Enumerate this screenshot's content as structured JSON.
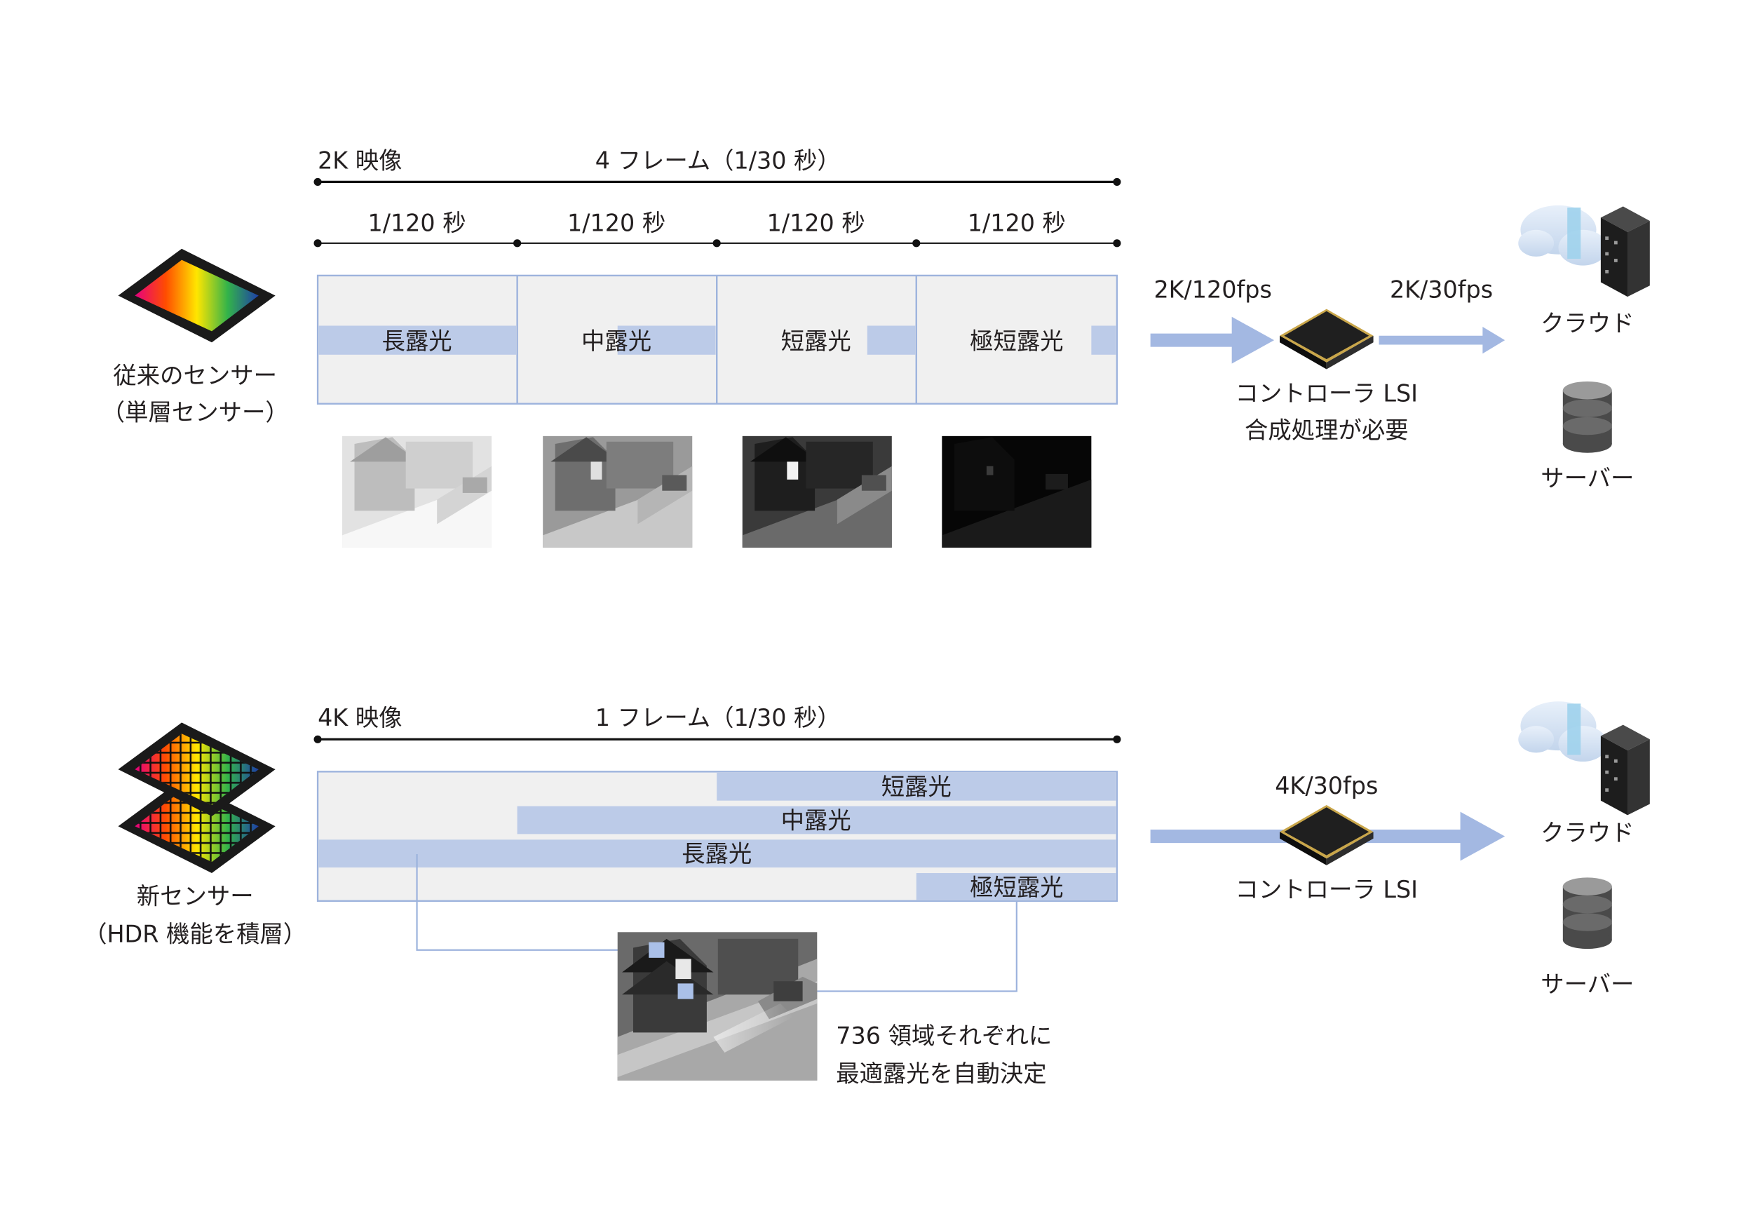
{
  "top": {
    "video_label": "2K 映像",
    "frames_label": "4 フレーム（1/30 秒）",
    "interval_labels": [
      "1/120 秒",
      "1/120 秒",
      "1/120 秒",
      "1/120 秒"
    ],
    "exposures": [
      "長露光",
      "中露光",
      "短露光",
      "極短露光"
    ],
    "sensor_caption": [
      "従来のセンサー",
      "（単層センサー）"
    ],
    "output_rate": "2K/120fps",
    "lsi_caption": [
      "コントローラ LSI",
      "合成処理が必要"
    ],
    "cloud_rate": "2K/30fps",
    "cloud_label": "クラウド",
    "server_label": "サーバー"
  },
  "bottom": {
    "video_label": "4K 映像",
    "frames_label": "1 フレーム（1/30 秒）",
    "exposures": [
      "短露光",
      "中露光",
      "長露光",
      "極短露光"
    ],
    "sensor_caption": [
      "新センサー",
      "（HDR 機能を積層）"
    ],
    "output_rate": "4K/30fps",
    "lsi_caption": [
      "コントローラ LSI"
    ],
    "region_caption": [
      "736 領域それぞれに",
      "最適露光を自動決定"
    ],
    "cloud_label": "クラウド",
    "server_label": "サーバー"
  },
  "colors": {
    "bar": "#bccbe8",
    "bar_border": "#9db3dd",
    "arrow": "#a3b8e2",
    "panel": "#f0f0f0"
  }
}
